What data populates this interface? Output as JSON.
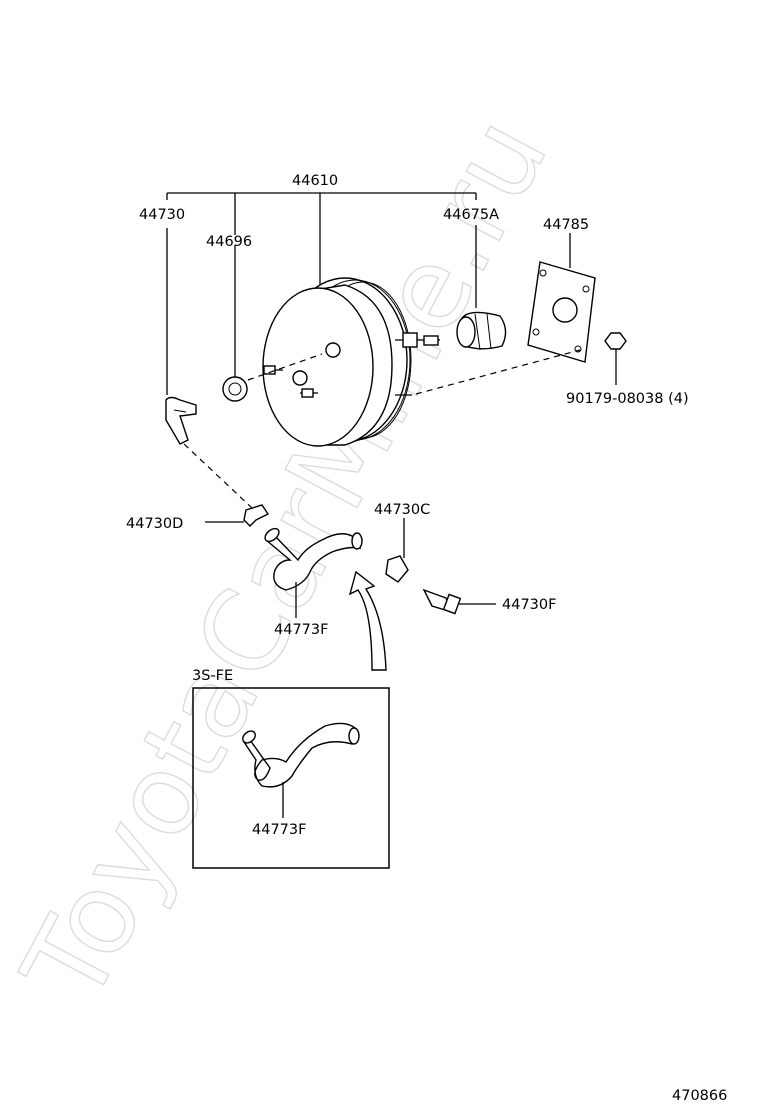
{
  "watermark": "ToyotaCarMine.ru",
  "labels": {
    "booster": "44610",
    "check_valve": "44730",
    "grommet": "44696",
    "boot": "44675A",
    "gasket": "44785",
    "nut": "90179-08038 (4)",
    "clamp_d": "44730D",
    "clamp_c": "44730C",
    "union": "44730F",
    "hose_main": "44773F",
    "hose_inset": "44773F"
  },
  "inset": {
    "title": "3S-FE"
  },
  "figure_number": "470866"
}
